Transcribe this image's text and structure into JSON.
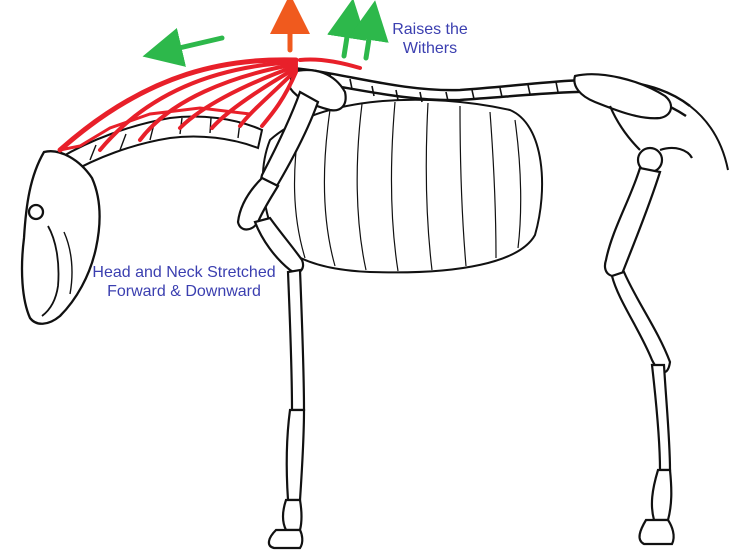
{
  "labels": {
    "withers_line1": "Raises the",
    "withers_line2": "Withers",
    "head_line1": "Head and Neck Stretched",
    "head_line2": "Forward & Downward"
  },
  "colors": {
    "label_text": "#3b3fb0",
    "muscle": "#e8202a",
    "arrow_green": "#2db84b",
    "arrow_orange": "#f05a1e",
    "bone_outline": "#111111",
    "background": "#ffffff"
  },
  "arrows": [
    {
      "name": "forward-pull-arrow",
      "direction": "forward",
      "color": "green"
    },
    {
      "name": "withers-up-arrow-orange",
      "direction": "up",
      "color": "orange"
    },
    {
      "name": "withers-up-arrow-green-1",
      "direction": "up",
      "color": "green"
    },
    {
      "name": "withers-up-arrow-green-2",
      "direction": "up",
      "color": "green"
    }
  ]
}
